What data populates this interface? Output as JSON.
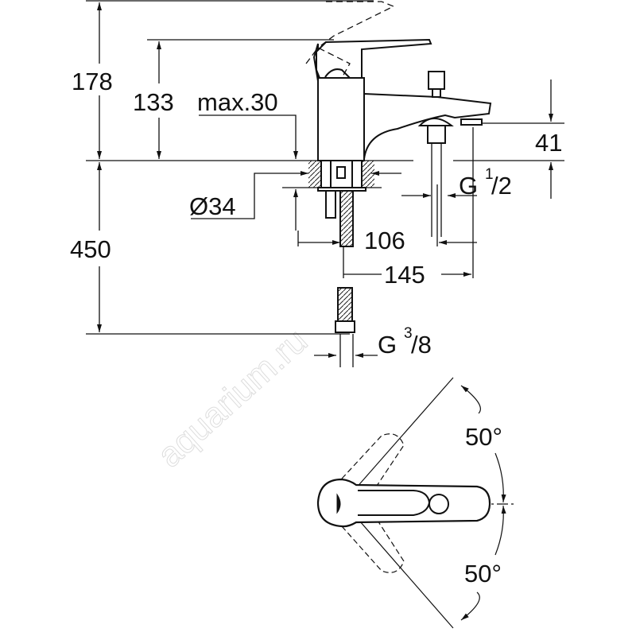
{
  "drawing": {
    "dimensions": {
      "total_height": "178",
      "lever_height": "133",
      "max_deck": "max.30",
      "spout_height": "41",
      "hose_length": "450",
      "hole_diameter": "Ø34",
      "g_half_main": "G",
      "g_half_num": "1",
      "g_half_den": "/2",
      "spout_reach": "106",
      "diverter_reach": "145",
      "g_38_main": "G",
      "g_38_num": "3",
      "g_38_den": "/8",
      "angle_upper": "50°",
      "angle_lower": "50°"
    },
    "watermark": "aquarium.ru"
  }
}
